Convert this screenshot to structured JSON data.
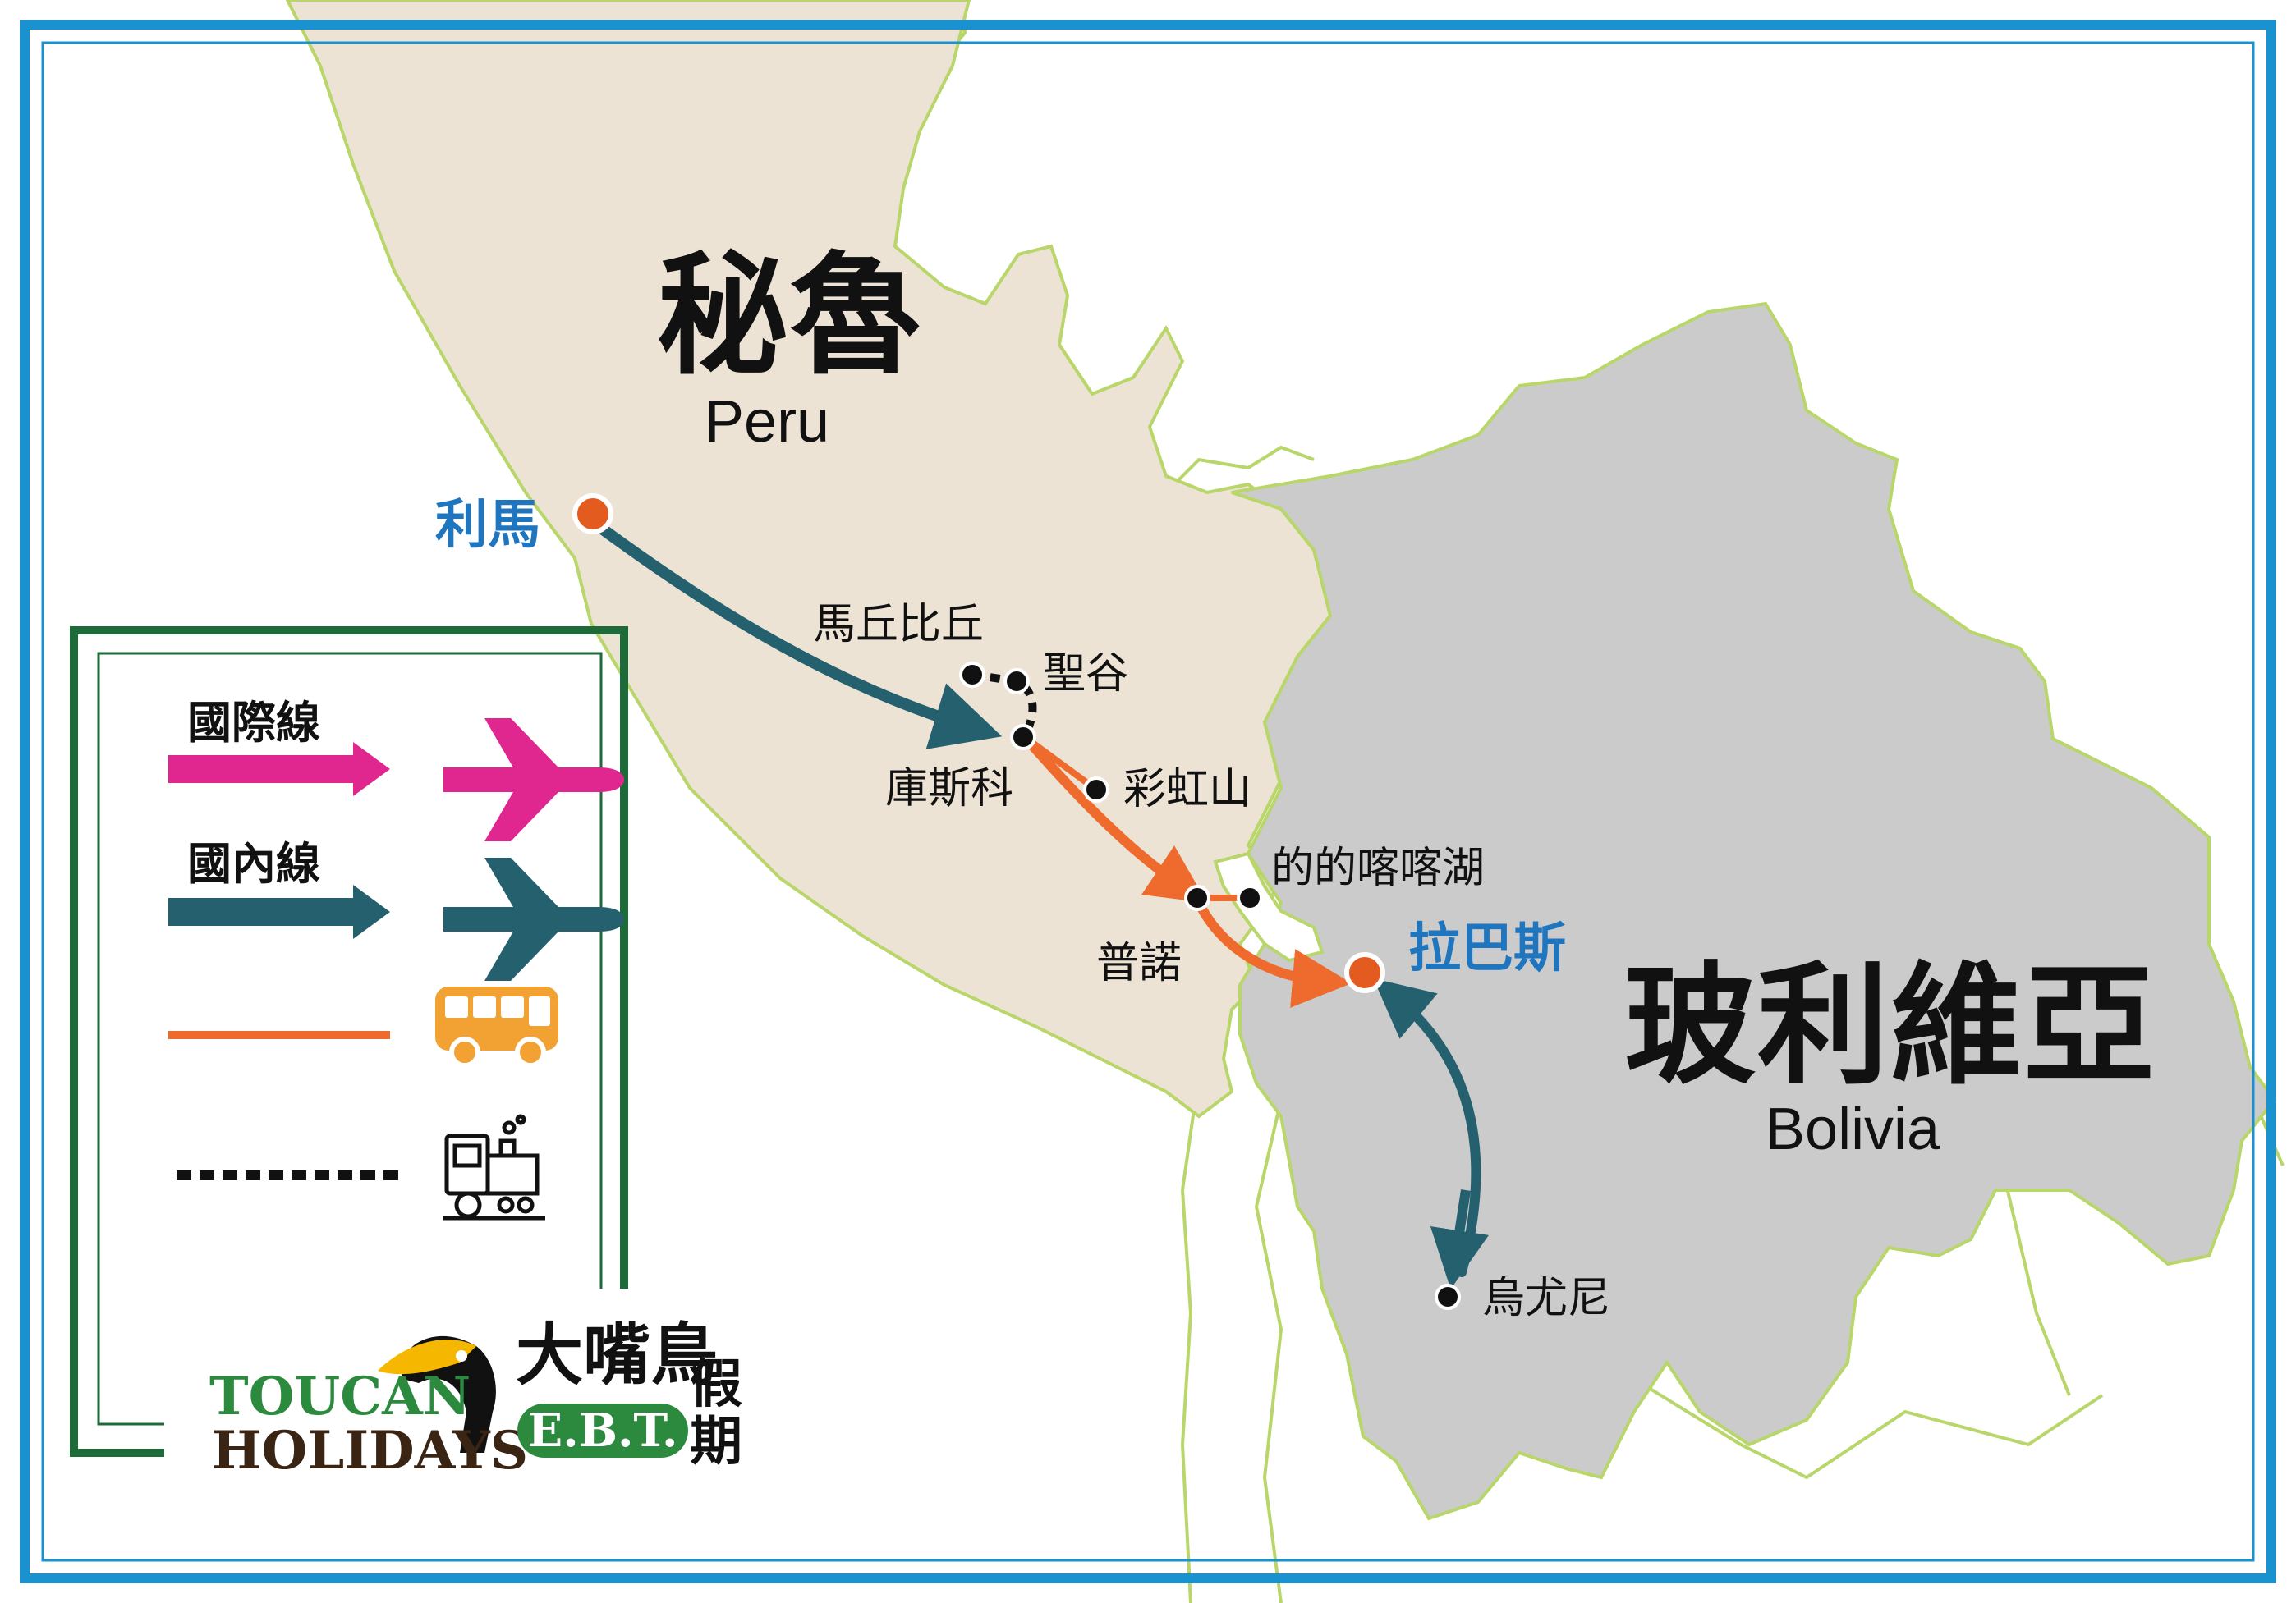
{
  "countries": {
    "peru": {
      "name_zh": "秘魯",
      "name_en": "Peru",
      "fill": "#ede3d5"
    },
    "bolivia": {
      "name_zh": "玻利維亞",
      "name_en": "Bolivia",
      "fill": "#cbcbcb"
    }
  },
  "cities": {
    "lima": "利馬",
    "machu_picchu": "馬丘比丘",
    "sacred_valley": "聖谷",
    "cusco": "庫斯科",
    "rainbow_mountain": "彩虹山",
    "lake_titicaca": "的的喀喀湖",
    "puno": "普諾",
    "la_paz": "拉巴斯",
    "uyuni": "烏尤尼"
  },
  "legend": {
    "international": "國際線",
    "domestic": "國內線"
  },
  "legend_icons": [
    "plane-icon",
    "plane-icon",
    "bus-icon",
    "train-icon"
  ],
  "logo": {
    "line1": "TOUCAN",
    "line2": "HOLIDAYS",
    "brand_zh": "大嘴鳥",
    "badge": "E.B.T.",
    "suffix_zh_1": "假",
    "suffix_zh_2": "期"
  },
  "colors": {
    "frame": "#1b92d0",
    "legend_border": "#1e6b3a",
    "international": "#e0278f",
    "domestic": "#25606f",
    "bus": "#ee6b2d",
    "bus_icon": "#f2a233",
    "city_major": "#1f76bf",
    "logo_green": "#2b8a3e"
  }
}
